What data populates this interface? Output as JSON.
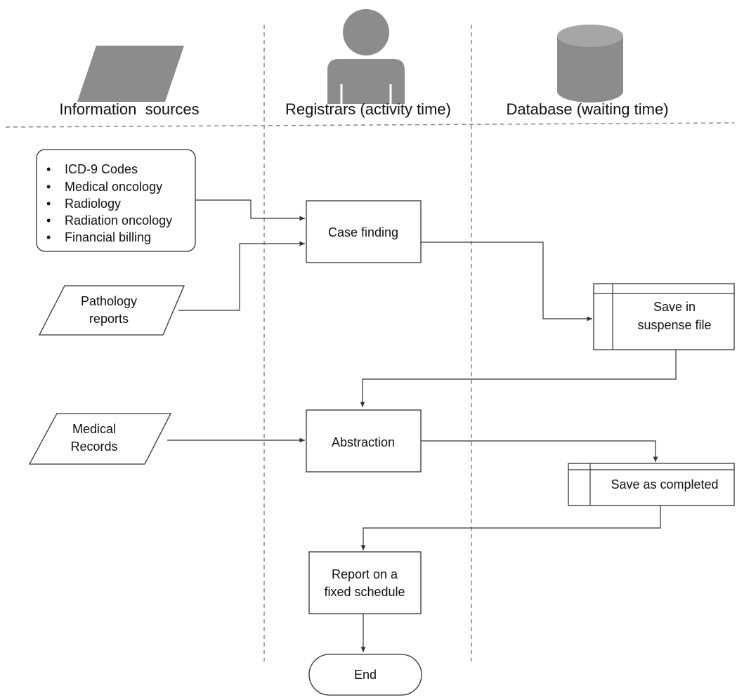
{
  "lanes": {
    "information_sources": "Information  sources",
    "registrars": "Registrars (activity time)",
    "database": "Database (waiting time)"
  },
  "sources": {
    "codes_list": [
      "ICD-9 Codes",
      "Medical oncology",
      "Radiology",
      "Radiation oncology",
      "Financial billing"
    ],
    "pathology": [
      "Pathology",
      "reports"
    ],
    "medical_records": [
      "Medical",
      "Records"
    ]
  },
  "steps": {
    "case_finding": "Case finding",
    "abstraction": "Abstraction",
    "report": [
      "Report on a",
      "fixed schedule"
    ],
    "end": "End"
  },
  "storage": {
    "suspense": [
      "Save in",
      "suspense file"
    ],
    "completed": "Save as completed"
  },
  "colors": {
    "icon_fill": "#8c8c8c",
    "lane_divider": "#888888",
    "stroke": "#333333"
  }
}
